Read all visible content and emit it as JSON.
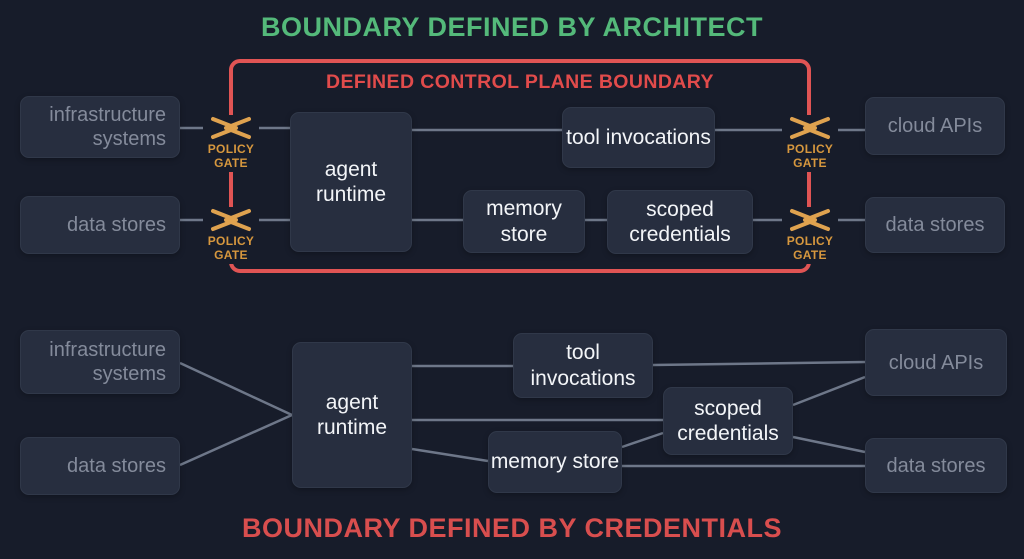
{
  "colors": {
    "bg": "#171c2a",
    "node-fill": "#272e3f",
    "node-border": "#303849",
    "text-bright": "#f3f5f8",
    "text-muted": "#848b9b",
    "wire": "#6e7789",
    "red": "#e05454",
    "red-label": "#e14b4b",
    "red-title": "#d84e4e",
    "green": "#54b97a",
    "orange": "#dfa24f",
    "orange-label": "#d6973e"
  },
  "top_diagram": {
    "title": "BOUNDARY DEFINED BY ARCHITECT",
    "boundary_label": "DEFINED CONTROL PLANE BOUNDARY",
    "policy_gate": {
      "line1": "POLICY",
      "line2": "GATE"
    },
    "nodes": {
      "infrastructure_systems": "infrastructure systems",
      "data_stores_left": "data stores",
      "agent_runtime": "agent runtime",
      "tool_invocations": "tool invocations",
      "memory_store": "memory store",
      "scoped_credentials": "scoped credentials",
      "cloud_apis": "cloud APIs",
      "data_stores_right": "data stores"
    }
  },
  "bottom_diagram": {
    "title": "BOUNDARY DEFINED BY CREDENTIALS",
    "nodes": {
      "infrastructure_systems": "infrastructure systems",
      "data_stores_left": "data stores",
      "agent_runtime": "agent runtime",
      "tool_invocations": "tool invocations",
      "memory_store": "memory store",
      "scoped_credentials": "scoped credentials",
      "cloud_apis": "cloud APIs",
      "data_stores_right": "data stores"
    }
  }
}
